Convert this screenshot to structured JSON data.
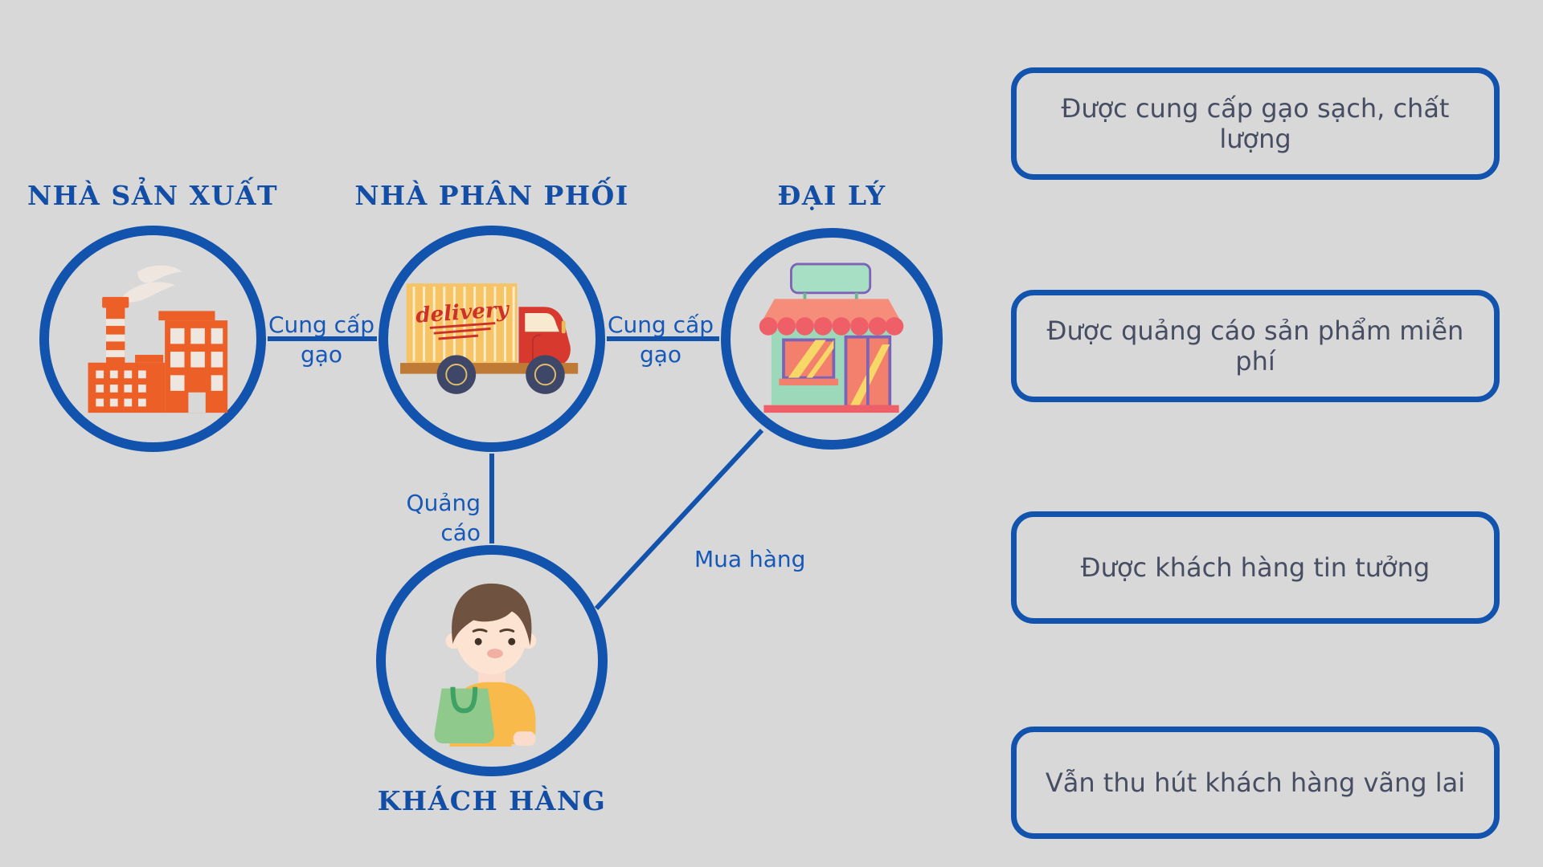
{
  "colors": {
    "background": "#d8d8d8",
    "accent_blue": "#1253ae",
    "node_title_blue": "#134ea6",
    "edge_label_blue": "#1558b8",
    "card_text": "#474e63",
    "factory_orange": "#ec5f27",
    "truck_yellow": "#f6c464",
    "truck_red": "#d8392f",
    "store_mint": "#9cd9ba",
    "store_coral": "#f58d7a"
  },
  "nodes": [
    {
      "label": "NHÀ SẢN XUẤT",
      "icon": "factory-icon"
    },
    {
      "label": "NHÀ PHÂN PHỐI",
      "icon": "delivery-truck-icon",
      "truck_text": "delivery"
    },
    {
      "label": "ĐẠI LÝ",
      "icon": "store-icon"
    },
    {
      "label": "KHÁCH HÀNG",
      "icon": "customer-icon"
    }
  ],
  "edges": [
    {
      "from": "NHÀ SẢN XUẤT",
      "to": "NHÀ PHÂN PHỐI",
      "label_line1": "Cung cấp",
      "label_line2": "gạo"
    },
    {
      "from": "NHÀ PHÂN PHỐI",
      "to": "ĐẠI LÝ",
      "label_line1": "Cung cấp",
      "label_line2": "gạo"
    },
    {
      "from": "NHÀ PHÂN PHỐI",
      "to": "KHÁCH HÀNG",
      "label": "Quảng cáo"
    },
    {
      "from": "ĐẠI LÝ",
      "to": "KHÁCH HÀNG",
      "label": "Mua hàng"
    }
  ],
  "benefit_cards": [
    {
      "text": "Được cung cấp gạo sạch, chất lượng"
    },
    {
      "text": "Được quảng cáo sản phẩm miễn phí"
    },
    {
      "text": "Được khách hàng tin tưởng"
    },
    {
      "text": "Vẫn thu hút khách hàng vãng lai"
    }
  ]
}
